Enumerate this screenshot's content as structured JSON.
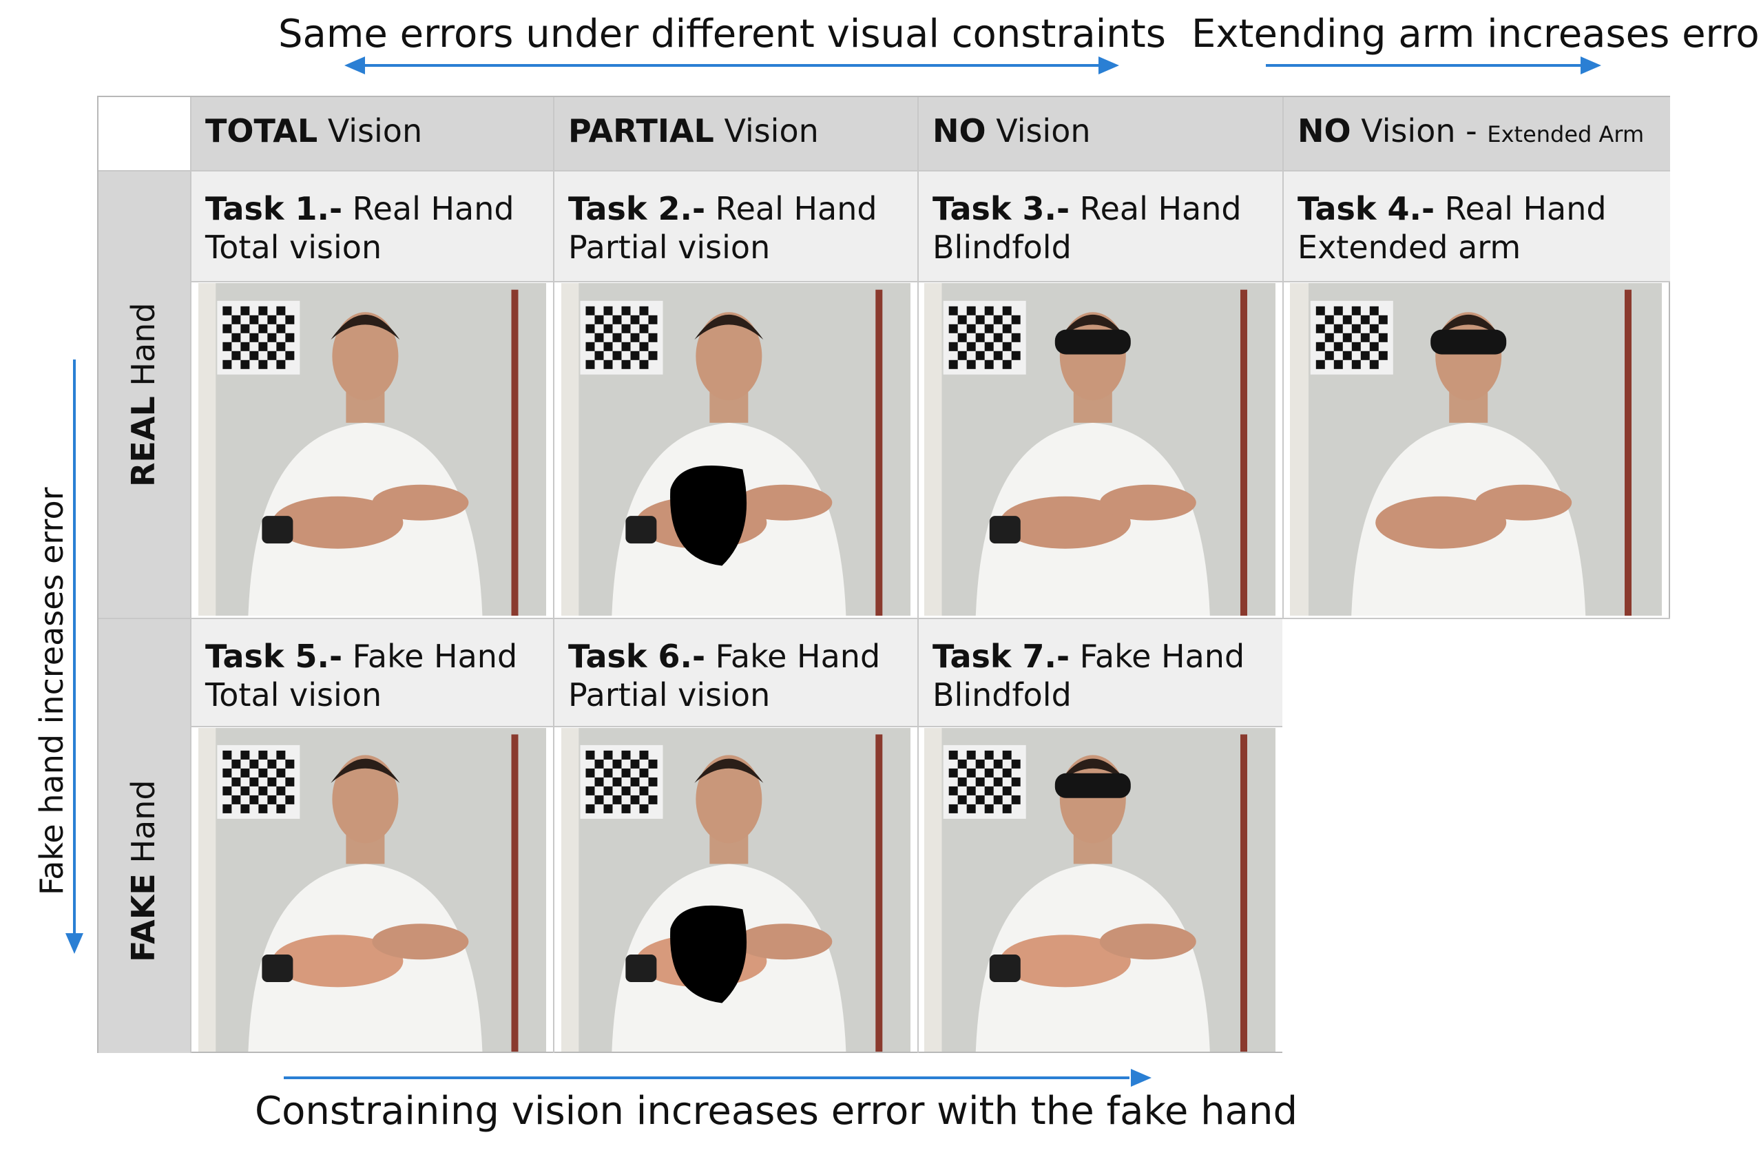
{
  "top_left_caption": "Same errors under different visual constraints",
  "top_right_caption": "Extending arm increases error",
  "left_caption": "Fake hand increases error",
  "bottom_caption": "Constraining vision increases error with the fake hand",
  "columns": [
    {
      "bold": "TOTAL",
      "rest": " Vision",
      "small": ""
    },
    {
      "bold": "PARTIAL",
      "rest": " Vision",
      "small": ""
    },
    {
      "bold": "NO",
      "rest": " Vision",
      "small": ""
    },
    {
      "bold": "NO",
      "rest": " Vision - ",
      "small": "Extended Arm"
    }
  ],
  "rows": [
    {
      "bold": "REAL",
      "rest": " Hand"
    },
    {
      "bold": "FAKE",
      "rest": " Hand"
    }
  ],
  "tasks": [
    {
      "bold": "Task 1.-",
      "rest": " Real Hand",
      "line2": "Total vision"
    },
    {
      "bold": "Task 2.-",
      "rest": " Real Hand",
      "line2": "Partial vision"
    },
    {
      "bold": "Task 3.-",
      "rest": " Real Hand",
      "line2": "Blindfold"
    },
    {
      "bold": "Task 4.-",
      "rest": " Real Hand",
      "line2": "Extended arm"
    },
    {
      "bold": "Task 5.-",
      "rest": " Fake Hand",
      "line2": "Total vision"
    },
    {
      "bold": "Task 6.-",
      "rest": " Fake Hand",
      "line2": "Partial vision"
    },
    {
      "bold": "Task 7.-",
      "rest": " Fake Hand",
      "line2": "Blindfold"
    }
  ],
  "colors": {
    "arrow": "#2a7fd4",
    "header_bg": "#d6d6d6",
    "label_bg": "#efefef"
  }
}
